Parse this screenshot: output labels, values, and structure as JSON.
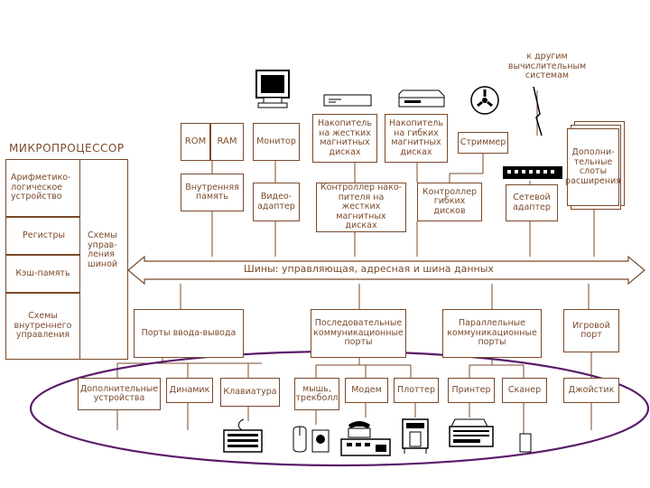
{
  "cpu": {
    "title": "МИКРОПРОЦЕССОР",
    "alu": "Арифметико-\nлогическое\nустройство",
    "registers": "Регистры",
    "cache": "Кэш-память",
    "internal_control": "Схемы\nвнутреннего\nуправления",
    "bus_control": "Схемы\nуправ-\nления\nшиной"
  },
  "memory": {
    "rom": "ROM",
    "ram": "RAM",
    "internal": "Внутренняя\nпамять"
  },
  "top_devices": {
    "monitor": "Монитор",
    "hdd": "Накопитель\nна жестких\nмагнитных\nдисках",
    "fdd": "Накопитель\nна гибких\nмагнитных\nдисках",
    "streamer": "Стриммер",
    "expansion": "Дополни-\nтельные\nслоты\nрасширения"
  },
  "controllers": {
    "video": "Видео-\nадаптер",
    "hdd_ctrl": "Контроллер нако-\nпителя на жестких\nмагнитных\nдисках",
    "fdd_ctrl": "Контроллер\nгибких\nдисков",
    "network": "Сетевой\nадаптер"
  },
  "network_note": "к другим\nвычислительным\nсистемам",
  "bus_label": "Шины: управляющая, адресная и шина данных",
  "ports": {
    "io": "Порты ввода-вывода",
    "serial": "Последовательные\nкоммуникационные\nпорты",
    "parallel": "Параллельные\nкоммуникационные\nпорты",
    "game": "Игровой\nпорт"
  },
  "peripherals": {
    "extra": "Дополнительные\nустройства",
    "speaker": "Динамик",
    "keyboard": "Клавиатура",
    "mouse": "мышь,\nтрекболл",
    "modem": "Модем",
    "plotter": "Плоттер",
    "printer": "Принтер",
    "scanner": "Сканер",
    "joystick": "Джойстик"
  },
  "colors": {
    "line": "#7a4a2a",
    "ellipse": "#5a1a6a",
    "arrow": "#7a4a2a"
  },
  "icons": [
    "monitor-icon",
    "hdd-icon",
    "fdd-icon",
    "streamer-icon",
    "network-hub-icon",
    "expansion-card-icon",
    "keyboard-icon",
    "mouse-icon",
    "phone-modem-icon",
    "plotter-icon",
    "printer-icon",
    "joystick-icon"
  ]
}
